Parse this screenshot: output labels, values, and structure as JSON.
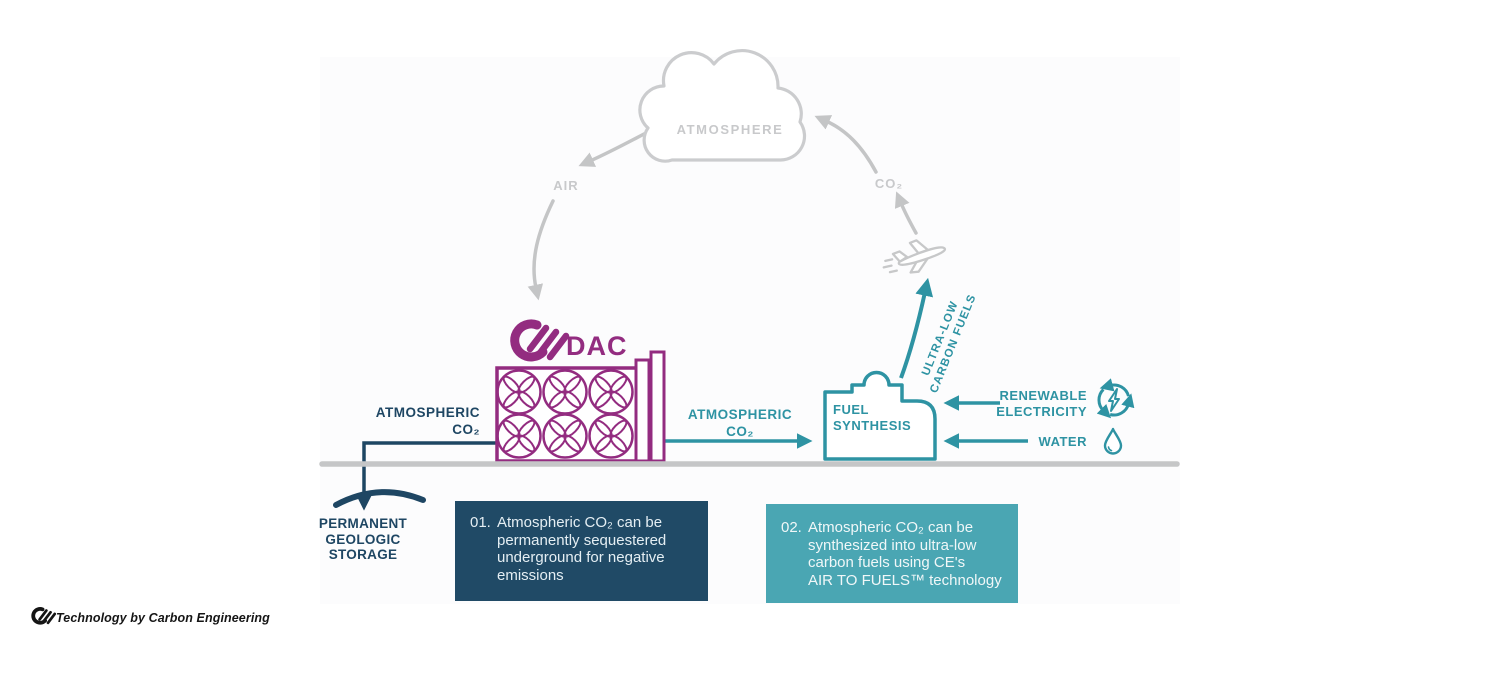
{
  "colors": {
    "magenta": "#932c80",
    "teal": "#2e93a3",
    "navy": "#1e4663",
    "gray": "#c6c7c8",
    "callout1_bg": "#204a66",
    "callout2_bg": "#4aa6b3"
  },
  "cycle": {
    "atmosphere": "ATMOSPHERE",
    "air": "AIR",
    "co2": "CO₂"
  },
  "dac": {
    "title": "DAC",
    "input_line1": "ATMOSPHERIC",
    "input_line2": "CO₂"
  },
  "transfer": {
    "line1": "ATMOSPHERIC",
    "line2": "CO₂"
  },
  "fuel": {
    "line1": "FUEL",
    "line2": "SYNTHESIS"
  },
  "outputs": {
    "ultra_low_line1": "ULTRA-LOW",
    "ultra_low_line2": "CARBON FUELS"
  },
  "inputs": {
    "renewable_line1": "RENEWABLE",
    "renewable_line2": "ELECTRICITY",
    "water": "WATER"
  },
  "storage": {
    "line1": "PERMANENT",
    "line2": "GEOLOGIC",
    "line3": "STORAGE"
  },
  "callouts": {
    "box1": {
      "number": "01.",
      "lines": [
        "Atmospheric CO₂ can be",
        "permanently sequestered",
        "underground for negative",
        "emissions"
      ]
    },
    "box2": {
      "number": "02.",
      "lines": [
        "Atmospheric CO₂ can be",
        "synthesized into ultra-low",
        "carbon fuels using CE's",
        "AIR TO FUELS™ technology"
      ]
    }
  },
  "footer": {
    "credit": "Technology by Carbon Engineering"
  }
}
